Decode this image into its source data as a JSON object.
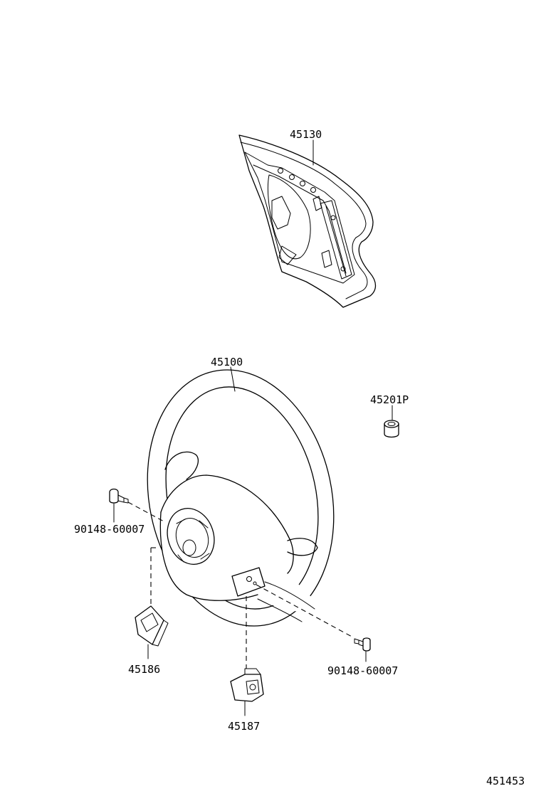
{
  "parts": {
    "steering_pad": "45130",
    "steering_wheel": "45100",
    "nut": "45201P",
    "screw_left": "90148-60007",
    "screw_right": "90148-60007",
    "cover_left": "45186",
    "cover_lower": "45187"
  },
  "figure_number": "451453"
}
